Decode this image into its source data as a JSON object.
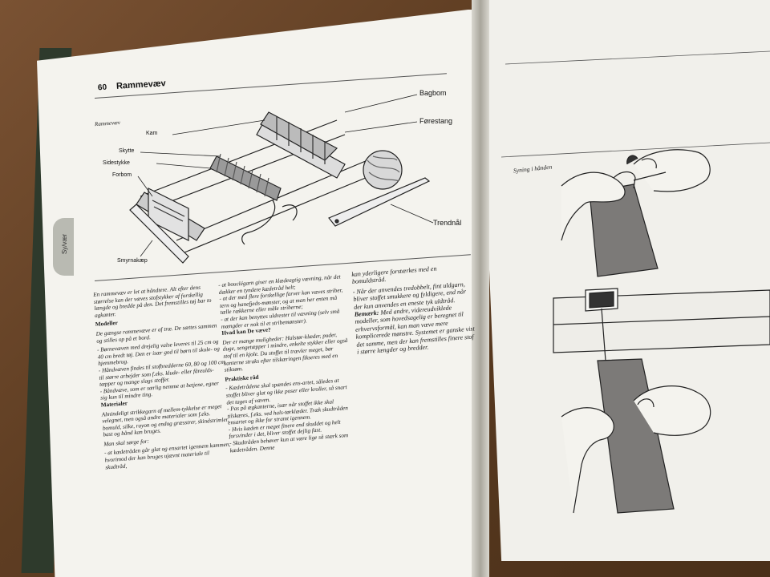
{
  "left_page": {
    "page_number": "60",
    "title": "Rammevæv",
    "figure_caption": "Rammevæv",
    "figure_labels": {
      "bagbom": "Bagbom",
      "forestang": "Førestang",
      "kam": "Kam",
      "skytte": "Skytte",
      "sidestykke": "Sidestykke",
      "forbom": "Forbom",
      "trendnaal": "Trendnål",
      "smyrnakaep": "Smyrnakæp"
    },
    "thumb_tab": "Sy/vær",
    "col1": {
      "intro": "En rammevæv er let at håndtere. Alt efter dens størrelse kan der væves stofstykker af forskellig længde og bredde på den. Det fremstilles tøj bar to agkanter.",
      "h_modeller": "Modeller",
      "modeller_text": "De gængse rammevæve er af træ. De sættes sammen og stilles op på et bord.",
      "modeller_items": [
        "- Børnevæven med drejelig valse leveres til 25 cm og 40 cm bredt tøj. Den er især god til børn til skole- og hjemmebrug.",
        "- Håndvæven findes til stofbredderne 60, 80 og 100 cm til større arbejder som f.eks. klude- eller fåreulds-tæpper og mange slags stoffer.",
        "- Båndvæve, som er særlig nemme at betjene, egner sig kun til mindre ting."
      ],
      "h_materialer": "Materialer",
      "materialer_text": "Almindeligt strikkegarn af mellem-tykkelse er meget velegnet, men også andre materialer som f.eks. bomuld, silke, rayon og endog græsstrer, skindstrimler, bast og bånd kan bruges.",
      "man_skal": "Man skal sørge for:",
      "materialer_items": [
        "- at kædetråden går glat og ensartet igennem kammen, hvorimod der kan bruges ujævnt materiale til skudtråd,"
      ]
    },
    "col2": {
      "items_top": [
        "- at bouclégarn giver en klædeagtig vævning, når det dækker en tyndere kædetråd helt;",
        "- at der med flere forskellige farver kan væves striber, tern og hanefjeds-mønster, og at man her enten må tælle rækkerne eller måle striberne;",
        "- at der kan benyttes uldrester til vævning (selv små mængder er nok til et stribemønster)."
      ],
      "h_hvad": "Hvad kan De væve?",
      "hvad_text": "Der er mange muligheder: Halstør-klæder, puder, duge, sengetæpper i mindre, enkelte stykker eller også stof til en kjole. Da stoffet til trævler meget, bør kanterne straks efter tilskæringen fikseres med en stiksøm.",
      "h_praktiske": "Praktiske råd",
      "praktiske_items": [
        "- Kædetrådene skal spændes ens-artet, således at stoffet bliver glat og ikke poser eller kroller, så snart det tages af væven.",
        "- Pas på ægkanterne, især når stoffet ikke skal tilskæres, f.eks. ved hals-tørklæder. Træk skudtråden ensartet og ikke for stramt igennem.",
        "- Hvis kæden er meget finere end skuddet og helt forsvinder i det, bliver stoffet dejlig fast.",
        "- Skudtråden behøver kun at være lige så stærk som kædetråden. Denne"
      ]
    },
    "col3": {
      "cont": "kan yderligere forstærkes med en bomuldstråd.",
      "items": [
        "- Når der anvendes tredobbelt, fint uldgarn, bliver stoffet smukkere og fyldigere, end når der kun anvendes en eneste tyk uldtråd."
      ],
      "bemaerk_label": "Bemærk:",
      "bemaerk_text": "Med andre, videreudviklede modeller, som hovedsagelig er beregnet til erhvervsformål, kan man væve mere komplicerede mønstre. Systemet er ganske vist det samme, men der kan fremstilles finere stof i større længder og bredder."
    }
  },
  "right_page": {
    "caption": "Syning i hånden"
  }
}
